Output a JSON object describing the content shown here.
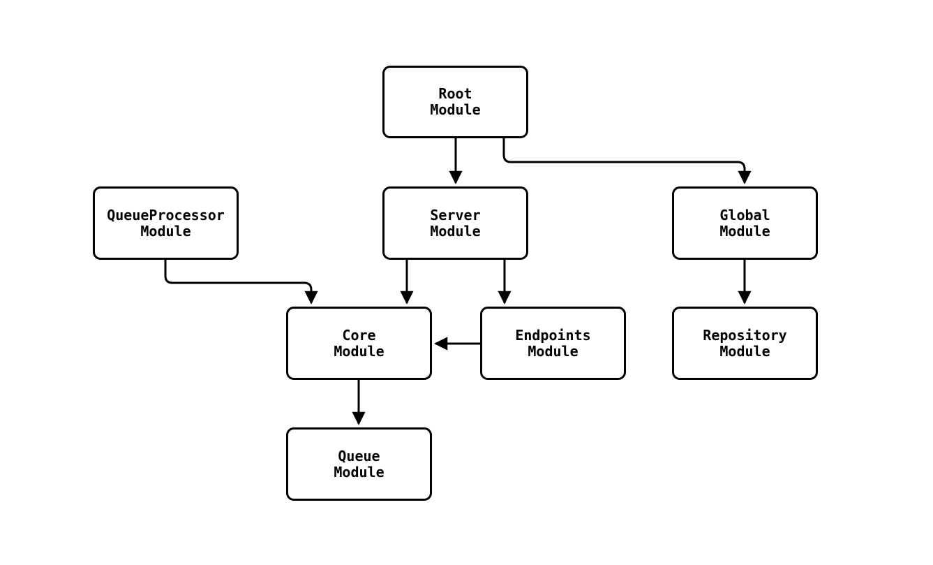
{
  "diagram": {
    "type": "module-dependency-graph",
    "background_color": "#ffffff",
    "node_fill_color": "#ffffff",
    "node_border_color": "#000000",
    "edge_color": "#000000",
    "nodes": {
      "root": {
        "line1": "Root",
        "line2": "Module"
      },
      "server": {
        "line1": "Server",
        "line2": "Module"
      },
      "global": {
        "line1": "Global",
        "line2": "Module"
      },
      "queueprocessor": {
        "line1": "QueueProcessor",
        "line2": "Module"
      },
      "core": {
        "line1": "Core",
        "line2": "Module"
      },
      "endpoints": {
        "line1": "Endpoints",
        "line2": "Module"
      },
      "repository": {
        "line1": "Repository",
        "line2": "Module"
      },
      "queue": {
        "line1": "Queue",
        "line2": "Module"
      }
    },
    "edges": [
      {
        "from": "root",
        "to": "server"
      },
      {
        "from": "root",
        "to": "global"
      },
      {
        "from": "queueprocessor",
        "to": "core"
      },
      {
        "from": "server",
        "to": "core"
      },
      {
        "from": "server",
        "to": "endpoints"
      },
      {
        "from": "endpoints",
        "to": "core"
      },
      {
        "from": "global",
        "to": "repository"
      },
      {
        "from": "core",
        "to": "queue"
      }
    ]
  }
}
